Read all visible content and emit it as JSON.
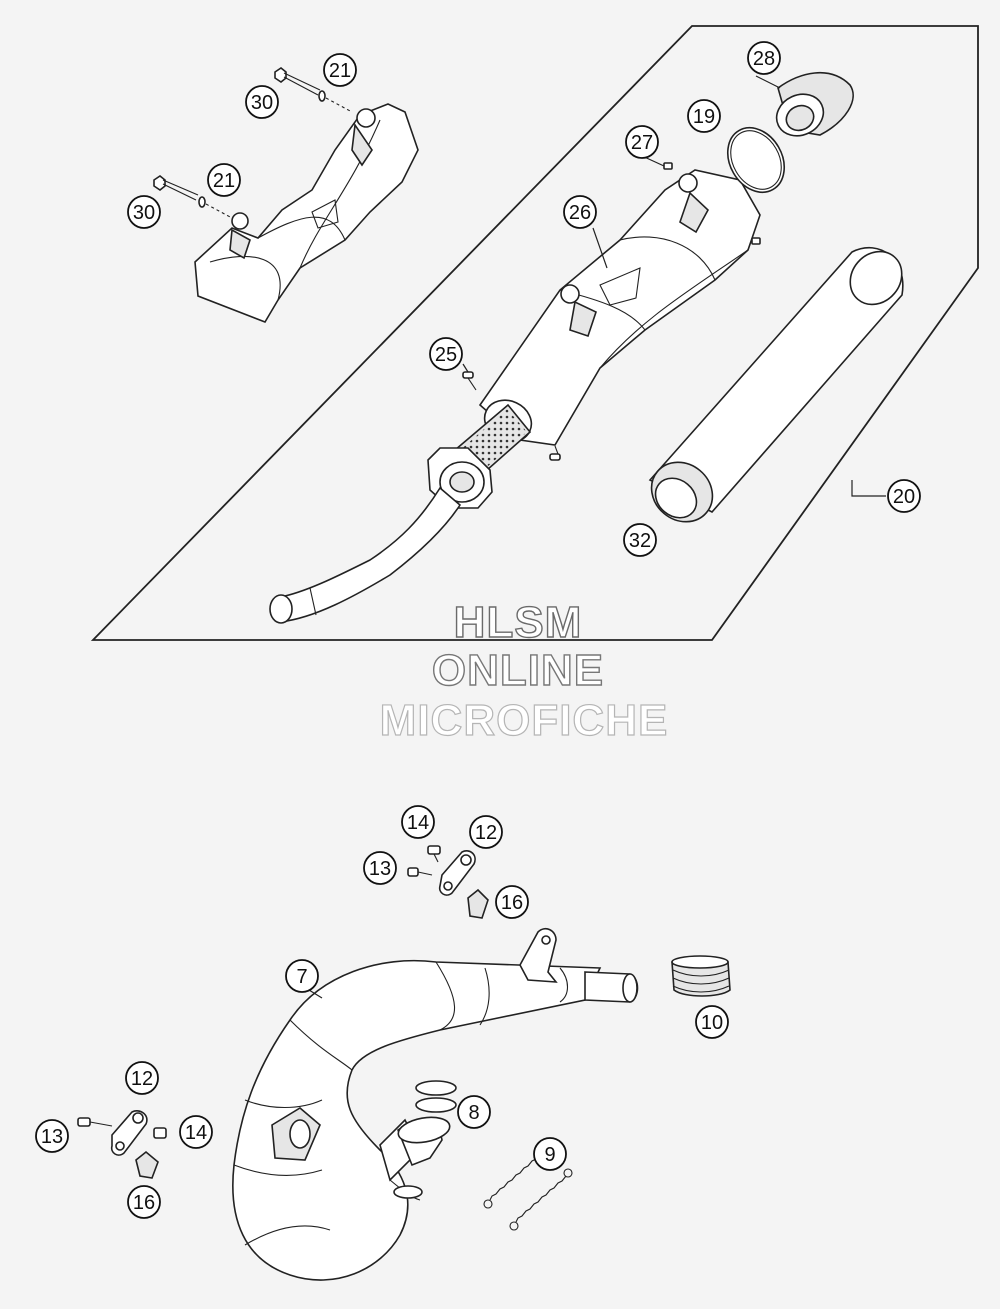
{
  "watermark": {
    "line1": "HLSM",
    "line2": "ONLINE",
    "line3": "MICROFICHE"
  },
  "callouts": [
    {
      "id": "c21a",
      "label": "21"
    },
    {
      "id": "c30a",
      "label": "30"
    },
    {
      "id": "c21b",
      "label": "21"
    },
    {
      "id": "c30b",
      "label": "30"
    },
    {
      "id": "c28",
      "label": "28"
    },
    {
      "id": "c19",
      "label": "19"
    },
    {
      "id": "c27",
      "label": "27"
    },
    {
      "id": "c26",
      "label": "26"
    },
    {
      "id": "c25",
      "label": "25"
    },
    {
      "id": "c20",
      "label": "20"
    },
    {
      "id": "c32",
      "label": "32"
    },
    {
      "id": "c14a",
      "label": "14"
    },
    {
      "id": "c12a",
      "label": "12"
    },
    {
      "id": "c13a",
      "label": "13"
    },
    {
      "id": "c16a",
      "label": "16"
    },
    {
      "id": "c7",
      "label": "7"
    },
    {
      "id": "c10",
      "label": "10"
    },
    {
      "id": "c12b",
      "label": "12"
    },
    {
      "id": "c13b",
      "label": "13"
    },
    {
      "id": "c14b",
      "label": "14"
    },
    {
      "id": "c8",
      "label": "8"
    },
    {
      "id": "c9",
      "label": "9"
    },
    {
      "id": "c16b",
      "label": "16"
    }
  ]
}
